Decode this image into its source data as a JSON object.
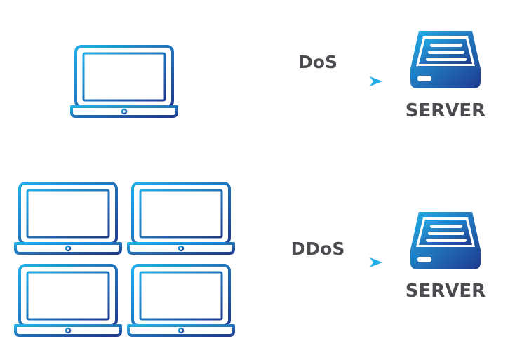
{
  "colors": {
    "gradient_start": "#23aee8",
    "gradient_end": "#1f3a8f",
    "label": "#4a4c50"
  },
  "rows": [
    {
      "attack_label": "DoS",
      "server_label": "SERVER",
      "laptop_count": 1
    },
    {
      "attack_label": "DDoS",
      "server_label": "SERVER",
      "laptop_count": 4
    }
  ]
}
